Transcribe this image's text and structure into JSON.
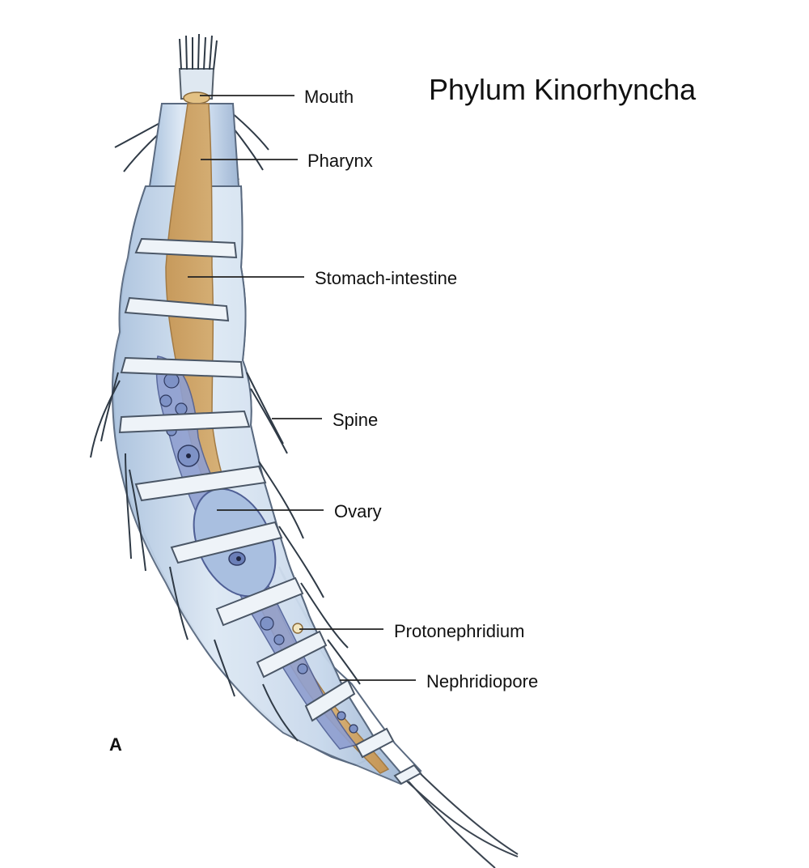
{
  "title": "Phylum Kinorhyncha",
  "panel_letter": "A",
  "labels": {
    "mouth": "Mouth",
    "pharynx": "Pharynx",
    "stomach_intestine": "Stomach-intestine",
    "spine": "Spine",
    "ovary": "Ovary",
    "protonephridium": "Protonephridium",
    "nephridiopore": "Nephridiopore"
  },
  "colors": {
    "body_fill": "#cfdff0",
    "body_outline": "#5a6a80",
    "gut": "#d8b27a",
    "ovary": "#8f9fd0",
    "plate": "#eef3f8"
  }
}
